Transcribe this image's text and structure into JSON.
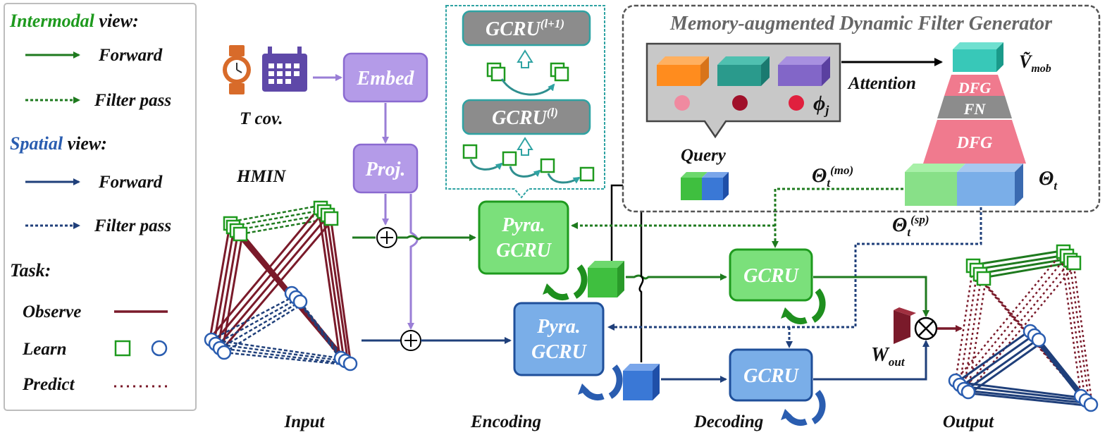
{
  "legend": {
    "intermodal_word": "Intermodal",
    "view_suffix": "view:",
    "forward": "Forward",
    "filter_pass": "Filter pass",
    "spatial_word": "Spatial",
    "task_title": "Task:",
    "observe": "Observe",
    "learn": "Learn",
    "predict": "Predict"
  },
  "inputs": {
    "t_cov": "T cov.",
    "hmin": "HMIN",
    "embed": "Embed",
    "proj": "Proj."
  },
  "gcru_stack": {
    "upper_base": "GCRU",
    "upper_sup": "(l+1)",
    "lower_base": "GCRU",
    "lower_sup": "(l)"
  },
  "encoder": {
    "pyra_line1": "Pyra.",
    "pyra_line2": "GCRU"
  },
  "decoder": {
    "gcru": "GCRU"
  },
  "memory": {
    "title": "Memory-augmented Dynamic Filter Generator",
    "phi_base": "ϕ",
    "phi_sub": "j",
    "attention": "Attention",
    "query": "Query",
    "v_base": "Ṽ",
    "v_sub": "mob",
    "dfg": "DFG",
    "fn": "FN",
    "theta_base": "Θ",
    "theta_t_sub": "t",
    "theta_mo_sup": "(mo)",
    "theta_sp_sup": "(sp)"
  },
  "output": {
    "w_base": "W",
    "w_sub": "out"
  },
  "stages": {
    "input": "Input",
    "encoding": "Encoding",
    "decoding": "Decoding",
    "output": "Output"
  },
  "colors": {
    "green_dark": "#1e7a1e",
    "green_light": "#7be07b",
    "blue_dark": "#1f3f7a",
    "blue_light": "#7aaee8",
    "purple": "#b49be8",
    "purple_line": "#9a7ed6",
    "maroon": "#7a1a2a",
    "teal": "#2fa3a3",
    "pink": "#f07a8e",
    "gray": "#8c8c8c"
  }
}
